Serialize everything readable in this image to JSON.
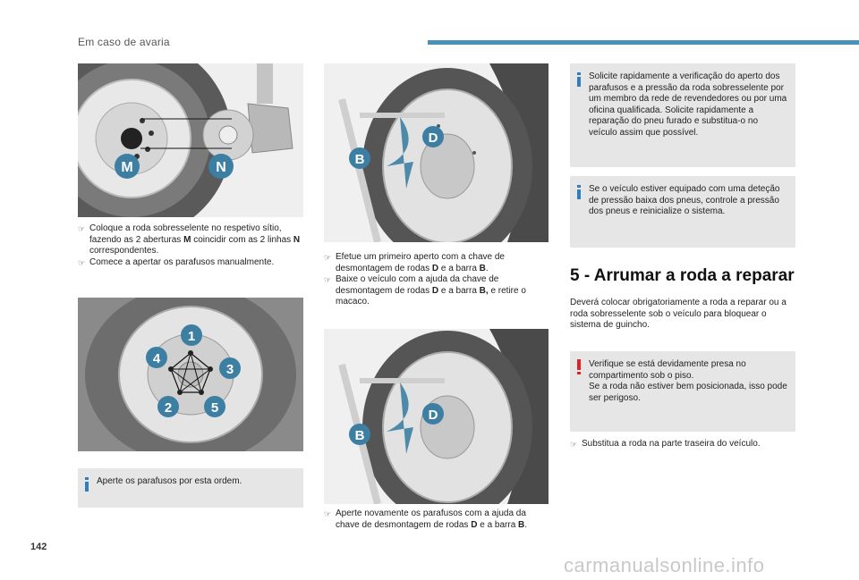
{
  "header": {
    "title": "Em caso de avaria"
  },
  "page": {
    "number": "142"
  },
  "watermark": "carmanualsonline.info",
  "colors": {
    "accent": "#4a90b8",
    "badge": "#3d7fa3",
    "info": "#2e7fbf",
    "warning": "#e02424"
  },
  "figures": {
    "fig1": {
      "labels": [
        "M",
        "N"
      ]
    },
    "fig2": {
      "labels": [
        "D",
        "B"
      ]
    },
    "fig3": {
      "labels": [
        "1",
        "2",
        "3",
        "4",
        "5"
      ]
    },
    "fig4": {
      "labels": [
        "D",
        "B"
      ]
    }
  },
  "col1": {
    "bullet1": {
      "a": "Coloque a roda sobresselente no respetivo sítio, fazendo as 2 aberturas ",
      "b1": "M",
      "c": " coincidir com as 2 linhas ",
      "b2": "N",
      "d": " correspondentes."
    },
    "bullet2": "Comece a apertar os parafusos manualmente.",
    "info": "Aperte os parafusos por esta ordem."
  },
  "col2": {
    "bullet1": {
      "a": "Efetue um primeiro aperto com a chave de desmontagem de rodas ",
      "b1": "D",
      "c": " e a barra ",
      "b2": "B",
      "d": "."
    },
    "bullet2": {
      "a": "Baixe o veículo com a ajuda da chave de desmontagem de rodas ",
      "b1": "D",
      "c": " e a barra ",
      "b2": "B,",
      "d": " e retire o macaco."
    },
    "bullet3": {
      "a": "Aperte novamente os parafusos com a ajuda da chave de desmontagem de rodas ",
      "b1": "D",
      "c": " e a barra ",
      "b2": "B",
      "d": "."
    }
  },
  "col3": {
    "info1": "Solicite rapidamente a verificação do aperto dos parafusos e a pressão da roda sobresselente por um membro da rede de revendedores ou por uma oficina qualificada. Solicite rapidamente a reparação do pneu furado e substitua-o no veículo assim que possível.",
    "info2": "Se o veículo estiver equipado com uma deteção de pressão baixa dos pneus, controle a pressão dos pneus e reinicialize o sistema.",
    "section_title": "5 - Arrumar a roda a reparar",
    "paragraph": "Deverá colocar obrigatoriamente a roda a reparar ou a roda sobresselente sob o veículo para bloquear o sistema de guincho.",
    "warning": {
      "line1": "Verifique se está devidamente presa no compartimento sob o piso.",
      "line2": "Se a roda não estiver bem posicionada, isso pode ser perigoso."
    },
    "bullet1": "Substitua a roda na parte traseira do veículo."
  }
}
